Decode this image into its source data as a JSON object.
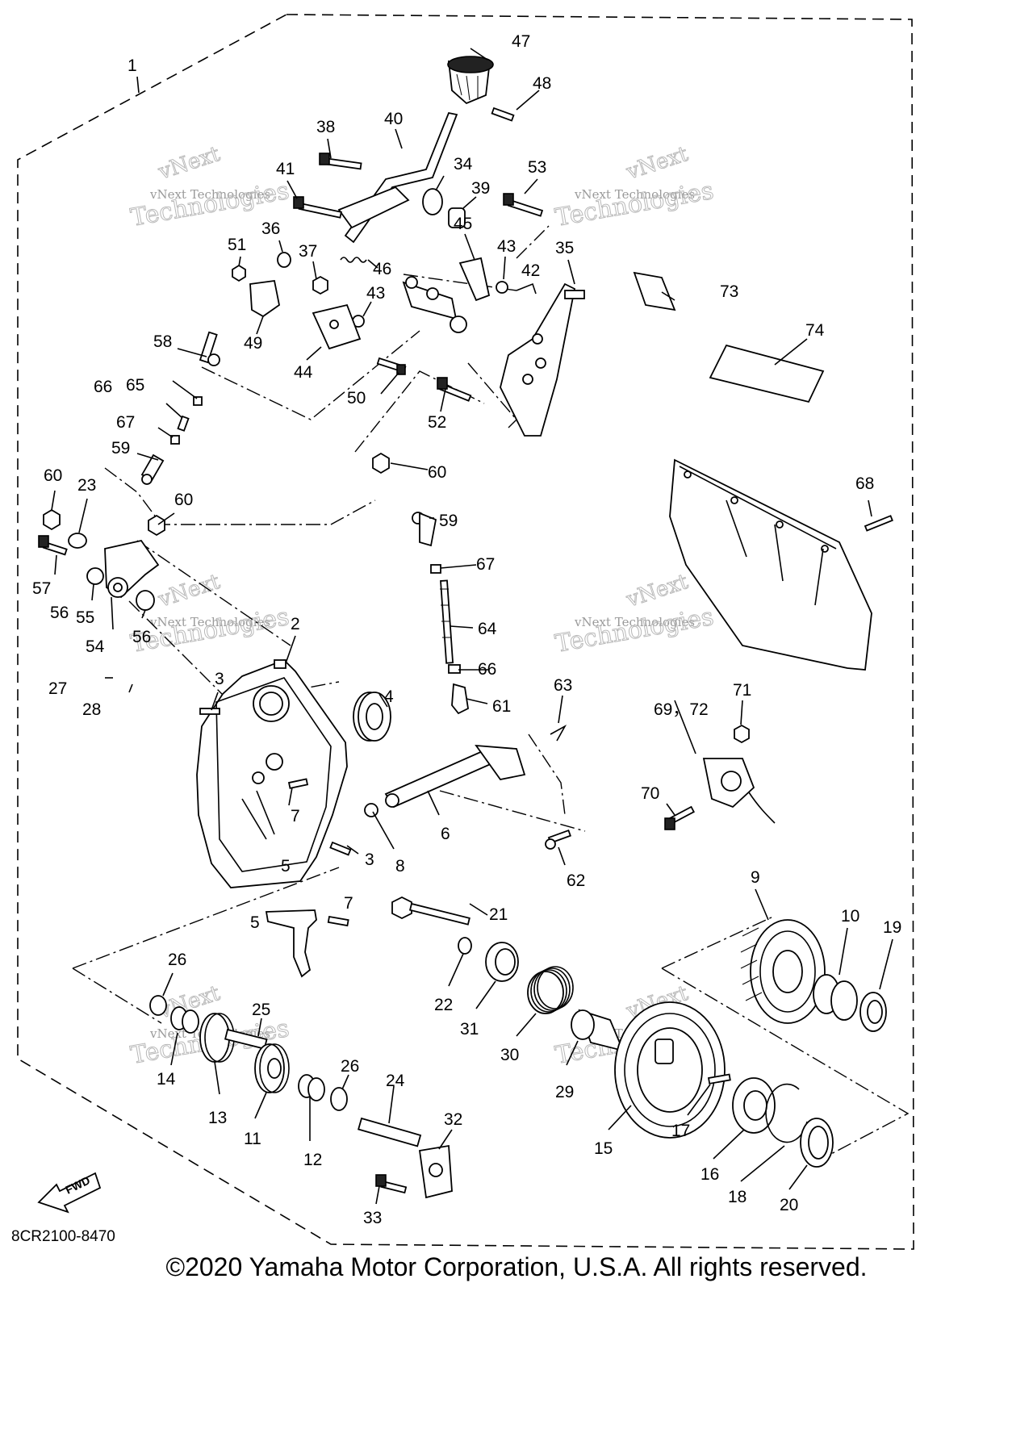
{
  "diagram": {
    "drawing_code": "8CR2100-8470",
    "fwd_label": "FWD",
    "copyright": "©2020 Yamaha Motor Corporation, U.S.A. All rights reserved.",
    "watermark": {
      "line1": "vNext",
      "line2": "vNext Technologies",
      "line3": "Technologies"
    },
    "callouts": [
      {
        "label": "1"
      },
      {
        "label": "2"
      },
      {
        "label": "3"
      },
      {
        "label": "3"
      },
      {
        "label": "4"
      },
      {
        "label": "5"
      },
      {
        "label": "5"
      },
      {
        "label": "6"
      },
      {
        "label": "7"
      },
      {
        "label": "7"
      },
      {
        "label": "8"
      },
      {
        "label": "9"
      },
      {
        "label": "10"
      },
      {
        "label": "11"
      },
      {
        "label": "12"
      },
      {
        "label": "13"
      },
      {
        "label": "14"
      },
      {
        "label": "15"
      },
      {
        "label": "16"
      },
      {
        "label": "17"
      },
      {
        "label": "18"
      },
      {
        "label": "19"
      },
      {
        "label": "20"
      },
      {
        "label": "21"
      },
      {
        "label": "22"
      },
      {
        "label": "23"
      },
      {
        "label": "24"
      },
      {
        "label": "25"
      },
      {
        "label": "26"
      },
      {
        "label": "26"
      },
      {
        "label": "27"
      },
      {
        "label": "28"
      },
      {
        "label": "29"
      },
      {
        "label": "30"
      },
      {
        "label": "31"
      },
      {
        "label": "32"
      },
      {
        "label": "33"
      },
      {
        "label": "34"
      },
      {
        "label": "35"
      },
      {
        "label": "36"
      },
      {
        "label": "37"
      },
      {
        "label": "38"
      },
      {
        "label": "39"
      },
      {
        "label": "40"
      },
      {
        "label": "41"
      },
      {
        "label": "42"
      },
      {
        "label": "43"
      },
      {
        "label": "43"
      },
      {
        "label": "44"
      },
      {
        "label": "45"
      },
      {
        "label": "46"
      },
      {
        "label": "47"
      },
      {
        "label": "48"
      },
      {
        "label": "49"
      },
      {
        "label": "50"
      },
      {
        "label": "51"
      },
      {
        "label": "52"
      },
      {
        "label": "53"
      },
      {
        "label": "54"
      },
      {
        "label": "55"
      },
      {
        "label": "56"
      },
      {
        "label": "56"
      },
      {
        "label": "57"
      },
      {
        "label": "58"
      },
      {
        "label": "59"
      },
      {
        "label": "59"
      },
      {
        "label": "60"
      },
      {
        "label": "60"
      },
      {
        "label": "60"
      },
      {
        "label": "61"
      },
      {
        "label": "62"
      },
      {
        "label": "63"
      },
      {
        "label": "64"
      },
      {
        "label": "65"
      },
      {
        "label": "66"
      },
      {
        "label": "66"
      },
      {
        "label": "67"
      },
      {
        "label": "67"
      },
      {
        "label": "68"
      },
      {
        "label": "69，72"
      },
      {
        "label": "70"
      },
      {
        "label": "71"
      },
      {
        "label": "73"
      },
      {
        "label": "74"
      }
    ]
  }
}
